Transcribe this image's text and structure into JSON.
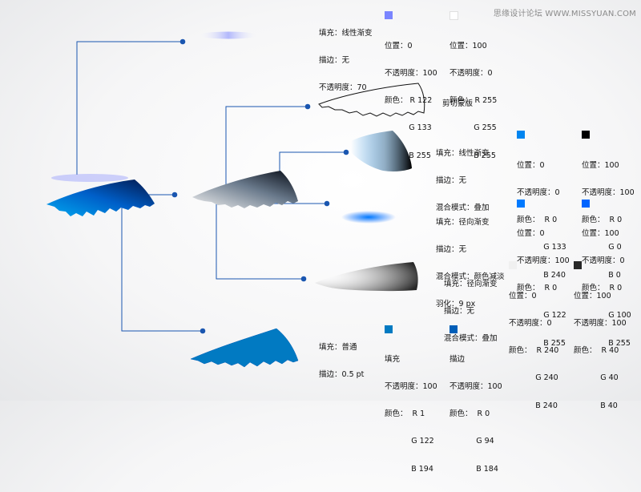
{
  "watermark": "思缘设计论坛 WWW.MISSYUAN.COM",
  "clip_label": "剪切蒙版",
  "colors": {
    "line": "#1a56b0",
    "dot": "#1a56b0",
    "swatch_g1_a": "#7a85ff",
    "swatch_g1_b": "#ffffff",
    "swatch_g2_a": "#0085f0",
    "swatch_g2_b": "#000000",
    "swatch_g3_a": "#007aff",
    "swatch_g3_b": "#0064ff",
    "swatch_g4_a": "#f0f0f0",
    "swatch_g4_b": "#282828",
    "swatch_g5_a": "#017ac2",
    "swatch_g5_b": "#005eb8"
  },
  "groups": {
    "g1": {
      "props": [
        "填充：线性渐变",
        "描边：无",
        "不透明度：70"
      ],
      "stop_a": [
        "位置：0",
        "不透明度：100",
        "颜色： R 122",
        "          G 133",
        "          B 255"
      ],
      "stop_b": [
        "位置：100",
        "不透明度：0",
        "颜色： R 255",
        "          G 255",
        "          B 255"
      ]
    },
    "g2": {
      "props": [
        "填充：线性渐变",
        "描边：无",
        "混合模式：叠加"
      ],
      "stop_a": [
        "位置：0",
        "不透明度：0",
        "颜色：  R 0",
        "           G 133",
        "           B 240"
      ],
      "stop_b": [
        "位置：100",
        "不透明度：100",
        "颜色：  R 0",
        "           G 0",
        "           B 0"
      ]
    },
    "g3": {
      "props": [
        "填充：径向渐变",
        "描边：无",
        "混合模式：颜色减淡",
        "羽化：9 px"
      ],
      "stop_a": [
        "位置：0",
        "不透明度：100",
        "颜色：  R 0",
        "           G 122",
        "           B 255"
      ],
      "stop_b": [
        "位置：100",
        "不透明度：0",
        "颜色：  R 0",
        "           G 100",
        "           B 255"
      ]
    },
    "g4": {
      "props": [
        "填充：径向渐变",
        "描边：无",
        "混合模式：叠加"
      ],
      "stop_a": [
        "位置：0",
        "不透明度：0",
        "颜色：  R 240",
        "           G 240",
        "           B 240"
      ],
      "stop_b": [
        "位置：100",
        "不透明度：100",
        "颜色：  R 40",
        "           G 40",
        "           B 40"
      ]
    },
    "g5": {
      "props": [
        "填充：普通",
        "描边：0.5 pt"
      ],
      "stop_a": [
        "填充",
        "不透明度：100",
        "颜色：  R 1",
        "           G 122",
        "           B 194"
      ],
      "stop_b": [
        "描边",
        "不透明度：100",
        "颜色：  R 0",
        "           G 94",
        "           B 184"
      ]
    }
  }
}
